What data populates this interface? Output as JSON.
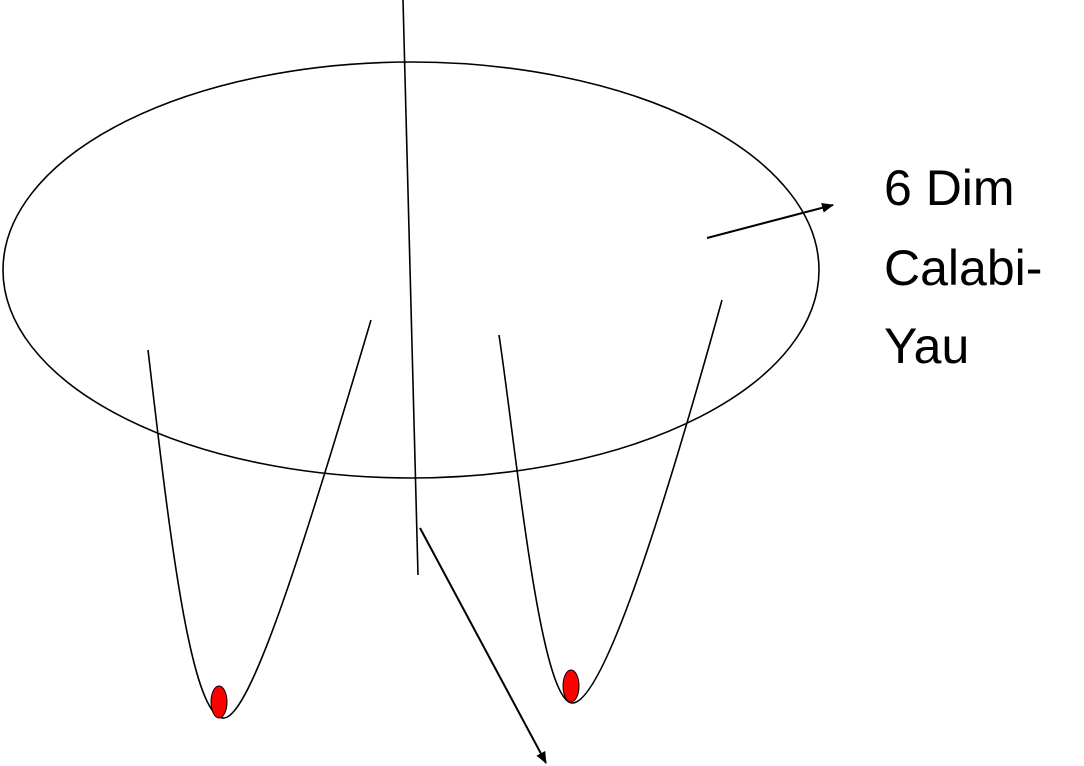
{
  "label": {
    "lines": [
      "6 Dim",
      "Calabi-",
      "Yau"
    ]
  },
  "colors": {
    "stroke": "#000000",
    "minimum_marker": "#ff0000",
    "background": "#ffffff"
  }
}
